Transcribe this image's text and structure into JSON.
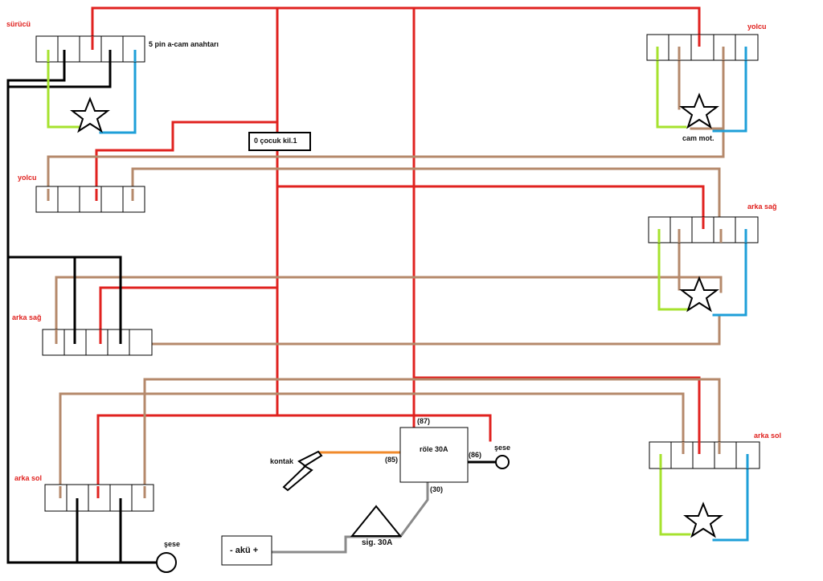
{
  "colors": {
    "red": "#e0221f",
    "brown": "#b5896b",
    "black": "#000000",
    "lime": "#a6e22e",
    "cyan": "#1e9fd8",
    "orange": "#f08a2b",
    "grey": "#8a8a8a"
  },
  "labels": {
    "surucu": "sürücü",
    "five_pin": "5 pin a-cam anahtarı",
    "yolcu_right": "yolcu",
    "yolcu_left": "yolcu",
    "cam_mot": "cam mot.",
    "cocuk_kilidi": "0 çocuk kil.1",
    "arka_sag_right": "arka sağ",
    "arka_sag_left": "arka sağ",
    "arka_sol_left": "arka sol",
    "arka_sol_right": "arka sol",
    "kontak": "kontak",
    "role": "röle 30A",
    "pin87": "(87)",
    "pin85": "(85)",
    "pin86": "(86)",
    "pin30": "(30)",
    "sase_role": "şese",
    "sase_bottom": "şese",
    "sigorta": "sig. 30A",
    "aku": "- akü +"
  },
  "icons": [
    "star-icon",
    "lightning-icon",
    "triangle-fuse-icon",
    "ground-circle-icon"
  ]
}
